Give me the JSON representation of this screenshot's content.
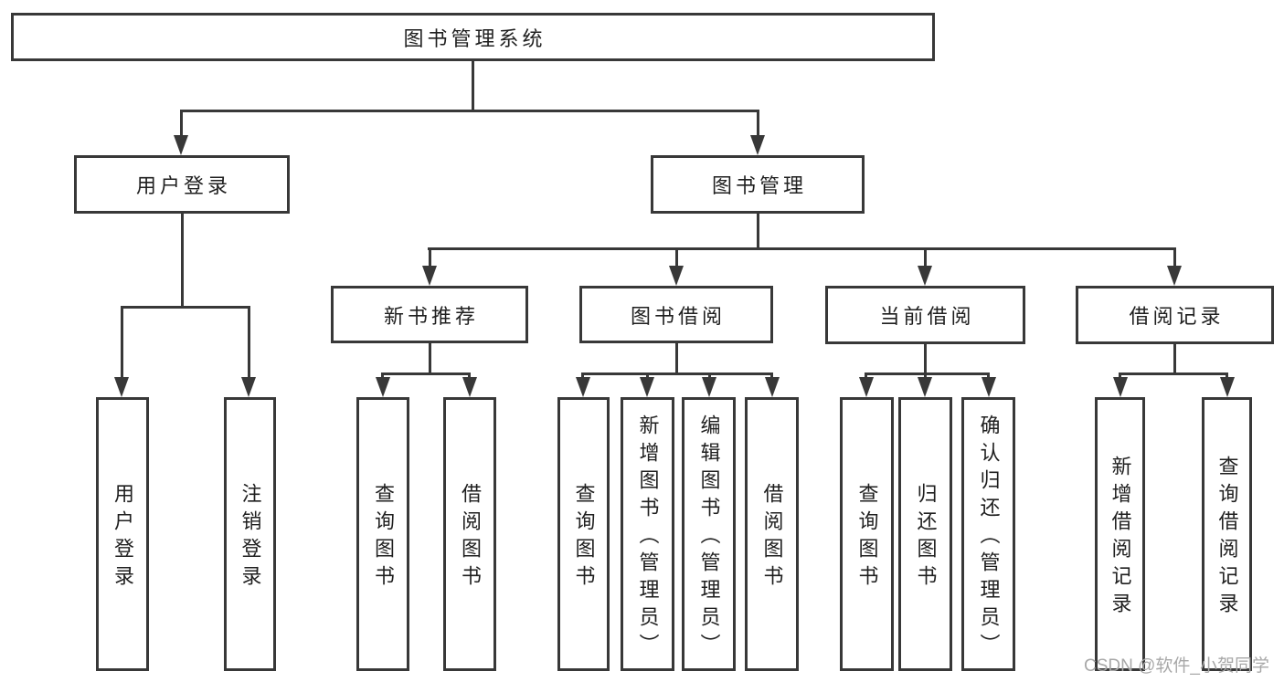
{
  "diagram_title": "图书管理系统",
  "tree": {
    "root": {
      "label": "图书管理系统"
    },
    "level2": [
      {
        "label": "用户登录",
        "children": [
          {
            "label": "用户登录"
          },
          {
            "label": "注销登录"
          }
        ]
      },
      {
        "label": "图书管理",
        "children": [
          {
            "label": "新书推荐",
            "children": [
              {
                "label": "查询图书"
              },
              {
                "label": "借阅图书"
              }
            ]
          },
          {
            "label": "图书借阅",
            "children": [
              {
                "label": "查询图书"
              },
              {
                "label": "新增图书（管理员）"
              },
              {
                "label": "编辑图书（管理员）"
              },
              {
                "label": "借阅图书"
              }
            ]
          },
          {
            "label": "当前借阅",
            "children": [
              {
                "label": "查询图书"
              },
              {
                "label": "归还图书"
              },
              {
                "label": "确认归还（管理员）"
              }
            ]
          },
          {
            "label": "借阅记录",
            "children": [
              {
                "label": "新增借阅记录"
              },
              {
                "label": "查询借阅记录"
              }
            ]
          }
        ]
      }
    ]
  },
  "watermark": "CSDN @软件_小贺同学",
  "colors": {
    "line": "#383838",
    "text": "#1f1f1f",
    "watermark": "#a8a8a8",
    "background": "#ffffff"
  }
}
